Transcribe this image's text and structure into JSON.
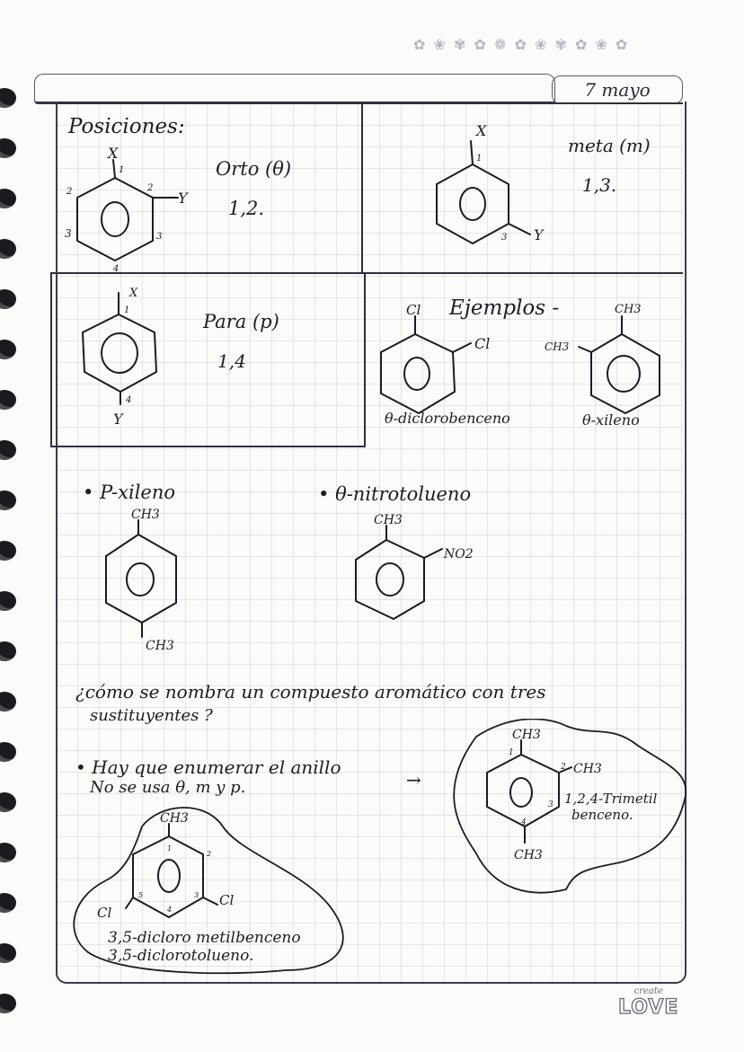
{
  "header": {
    "date": "7 mayo"
  },
  "section_positions": {
    "title": "Posiciones:",
    "ortho": {
      "name": "Orto (θ)",
      "positions": "1,2.",
      "substituents": [
        "X",
        "Y"
      ],
      "ring_numbers": [
        "1",
        "2",
        "2",
        "3",
        "3",
        "4"
      ]
    },
    "meta": {
      "name": "meta (m)",
      "positions": "1,3.",
      "substituents": [
        "X",
        "Y"
      ],
      "ring_numbers": [
        "1",
        "3"
      ]
    },
    "para": {
      "name": "Para (p)",
      "positions": "1,4",
      "substituents": [
        "X",
        "Y"
      ],
      "ring_numbers": [
        "1",
        "4"
      ]
    }
  },
  "examples": {
    "title": "Ejemplos -",
    "items": [
      {
        "name": "θ-diclorobenceno",
        "substituents": [
          "Cl",
          "Cl"
        ]
      },
      {
        "name": "θ-xileno",
        "substituents": [
          "CH3",
          "CH3"
        ]
      }
    ]
  },
  "more_examples": [
    {
      "label": "P-xileno",
      "substituents": [
        "CH3",
        "CH3"
      ]
    },
    {
      "label": "θ-nitrotolueno",
      "substituents": [
        "CH3",
        "NO2"
      ]
    }
  ],
  "question": {
    "line1": "¿cómo se nombra un compuesto aromático con tres",
    "line2": "sustituyentes ?"
  },
  "rules": {
    "line1": "• Hay que enumerar el anillo",
    "line2": "No se usa θ, m y p.",
    "arrow": "→"
  },
  "trimethyl": {
    "substituents": [
      "CH3",
      "CH3",
      "CH3"
    ],
    "ring_numbers": [
      "1",
      "2",
      "3",
      "4"
    ],
    "name_line1": "1,2,4-Trimetil",
    "name_line2": "benceno."
  },
  "dichloro": {
    "substituents": [
      "CH3",
      "Cl",
      "Cl"
    ],
    "ring_numbers": [
      "1",
      "2",
      "3",
      "4",
      "5"
    ],
    "name_line1": "3,5-dicloro metilbenceno",
    "name_line2": "3,5-diclorotolueno."
  },
  "branding": {
    "small": "create",
    "big": "LOVE"
  }
}
